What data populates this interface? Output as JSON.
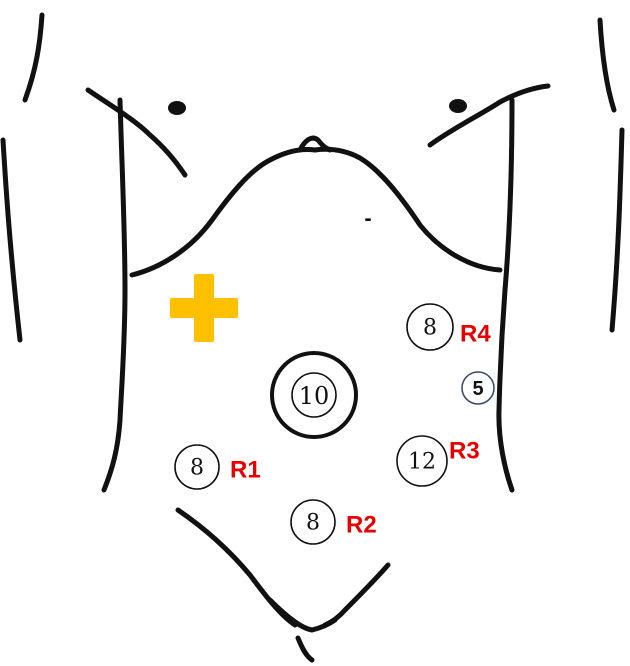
{
  "diagram": {
    "cross_color": "#ffc000",
    "label_color": "#e60000",
    "minus_sign": "-",
    "ports": {
      "camera": {
        "number": "10"
      },
      "r1": {
        "number": "8",
        "label": "R1"
      },
      "r2": {
        "number": "8",
        "label": "R2"
      },
      "r3": {
        "number": "12",
        "label": "R3"
      },
      "r4": {
        "number": "8",
        "label": "R4"
      },
      "assistant": {
        "number": "5"
      }
    }
  }
}
